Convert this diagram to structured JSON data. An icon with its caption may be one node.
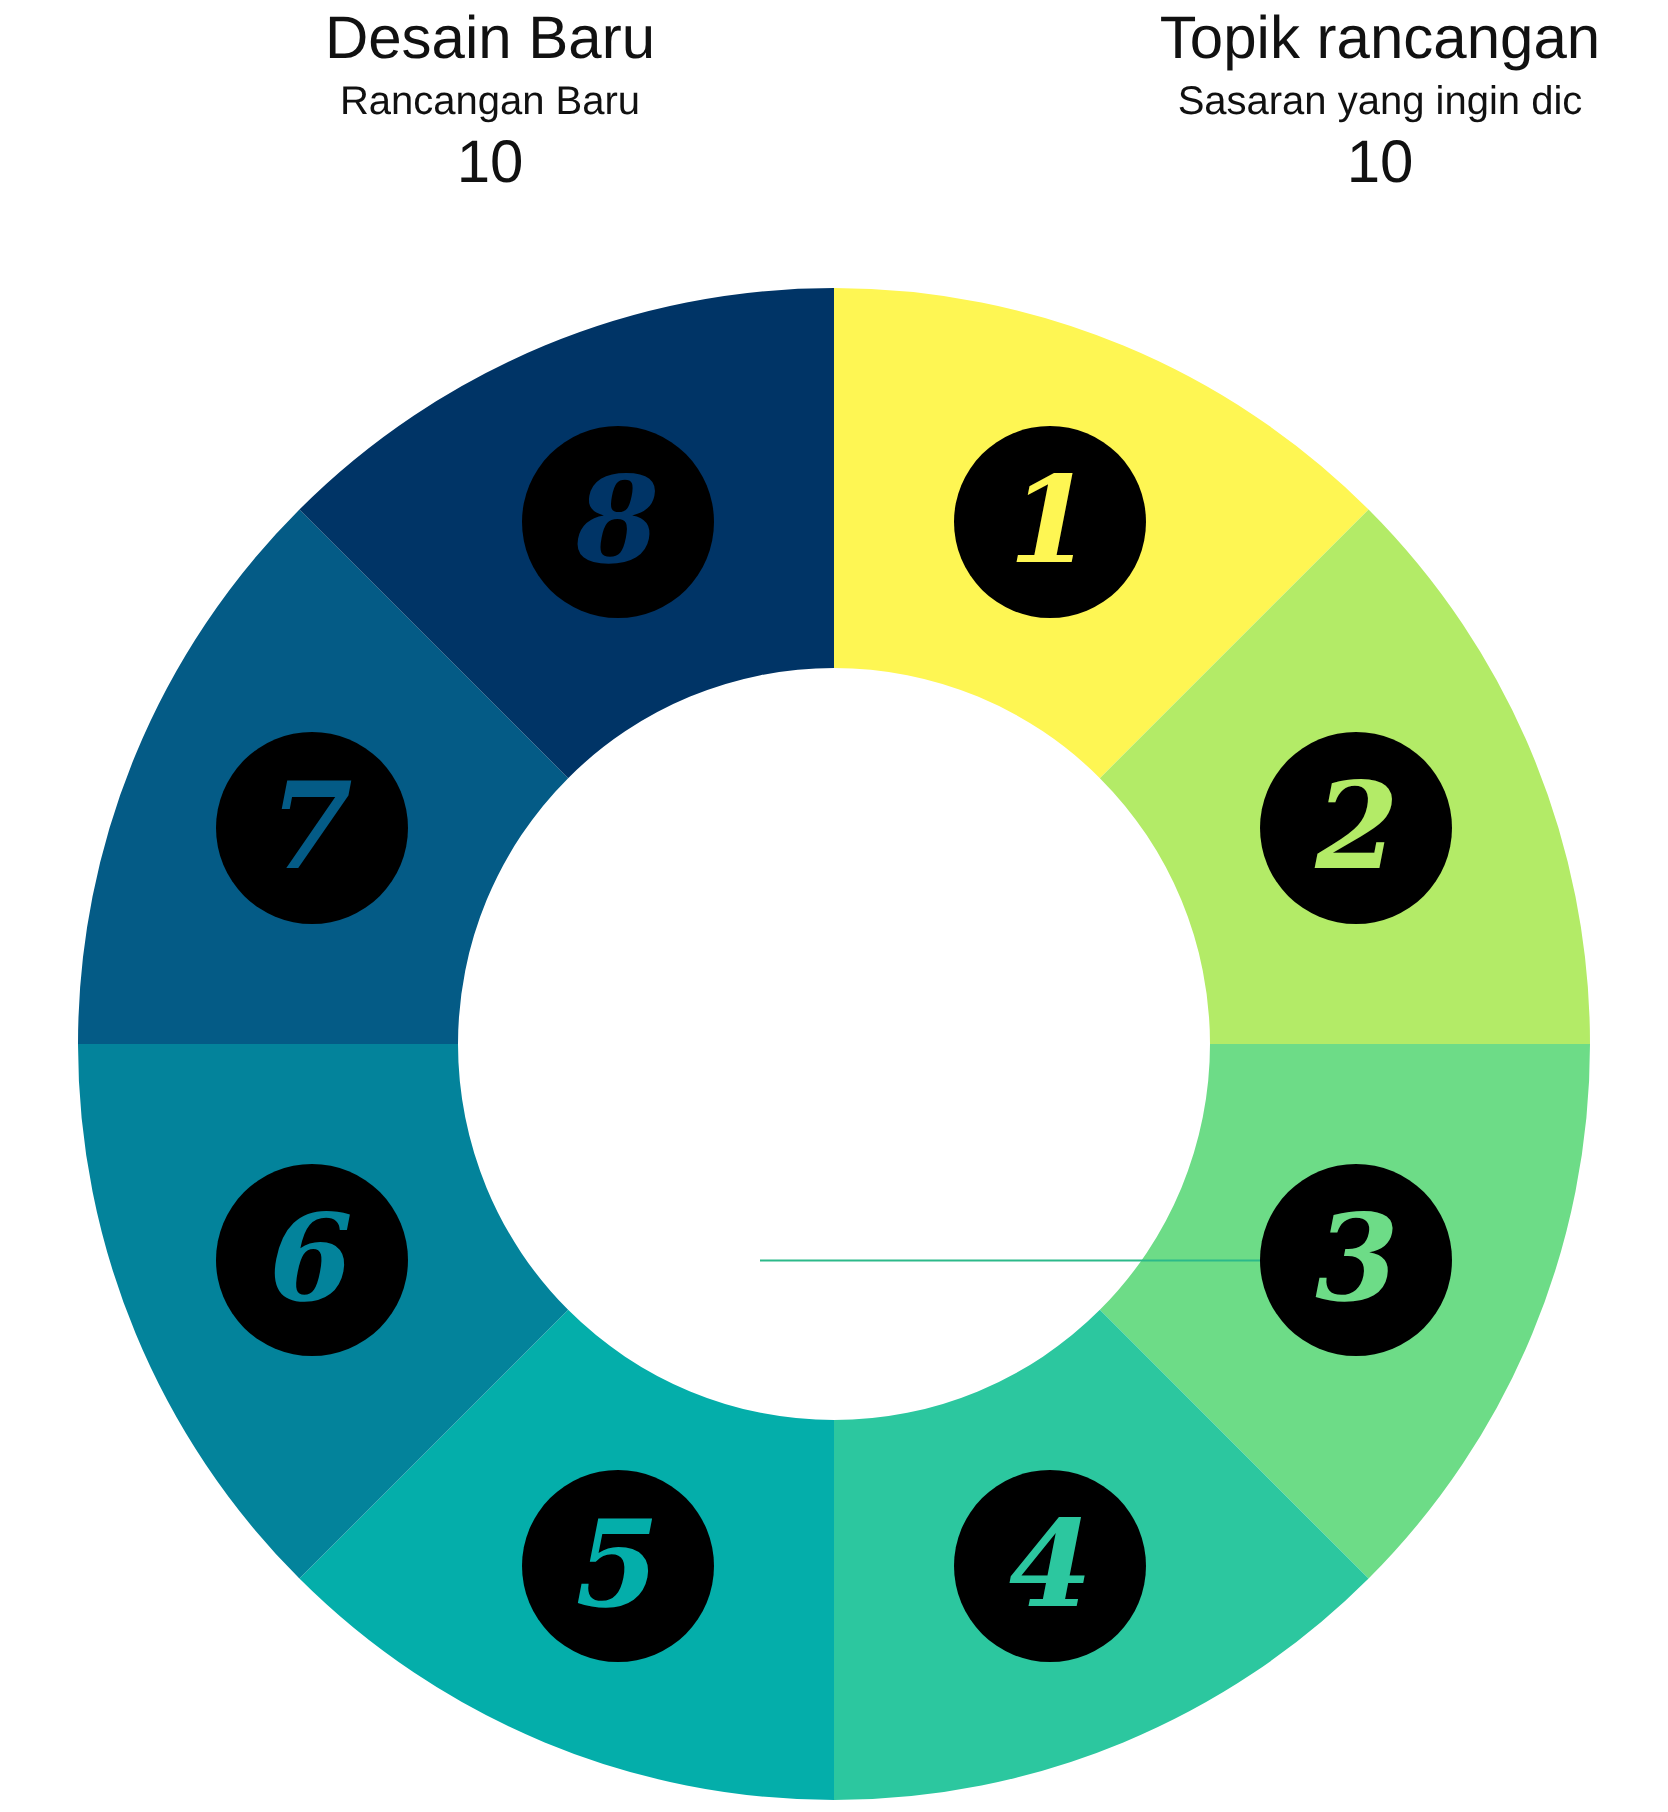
{
  "diagram": {
    "nodes": [
      {
        "text": [
          "1"
        ]
      },
      {
        "text": [
          "2"
        ]
      },
      {
        "text": [
          "3"
        ]
      },
      {
        "text": [
          "4"
        ]
      },
      {
        "text": [
          "5"
        ]
      },
      {
        "text": [
          "6"
        ]
      },
      {
        "text": [
          "7"
        ]
      },
      {
        "text": [
          "8"
        ]
      }
    ],
    "edges": [
      {
        "from": null,
        "to": 2,
        "arrow": "none"
      }
    ],
    "labels": [
      "Desain Baru",
      "Rancangan Baru",
      "10",
      "Topik rancangan",
      "Sasaran yang ingin dic",
      "10"
    ]
  }
}
